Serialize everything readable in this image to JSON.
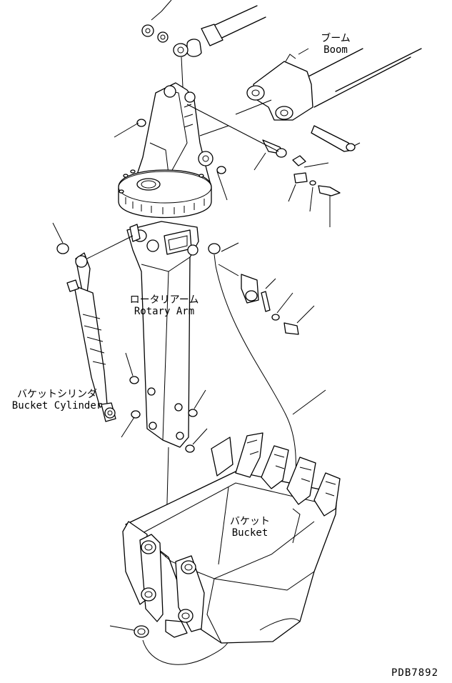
{
  "labels": {
    "boom": {
      "jp": "ブーム",
      "en": "Boom"
    },
    "rotary_arm": {
      "jp": "ロータリアーム",
      "en": "Rotary Arm"
    },
    "bucket_cylinder": {
      "jp": "バケットシリンダ",
      "en": "Bucket Cylinder"
    },
    "bucket": {
      "jp": "バケット",
      "en": "Bucket"
    }
  },
  "drawing_code": "PDB7892"
}
